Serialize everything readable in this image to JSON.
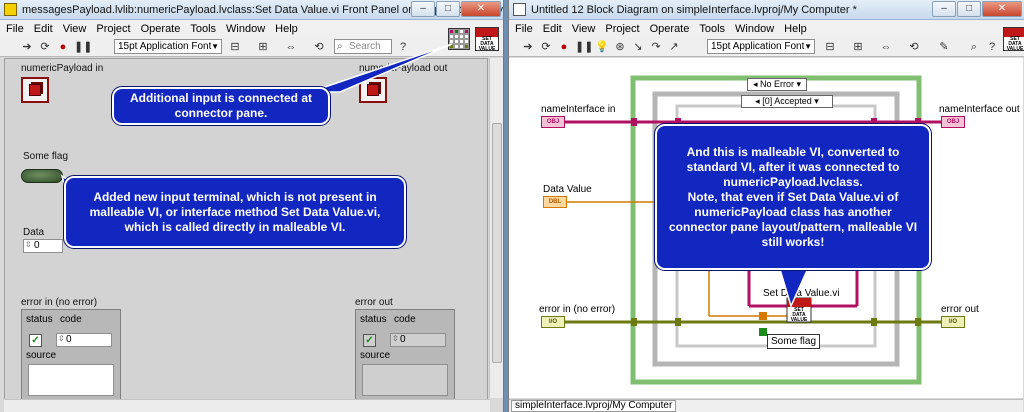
{
  "left_window": {
    "title": "messagesPayload.lvlib:numericPayload.lvclass:Set Data Value.vi Front Panel on simpleInterface.lvpr...",
    "menu": [
      "File",
      "Edit",
      "View",
      "Project",
      "Operate",
      "Tools",
      "Window",
      "Help"
    ],
    "font_selector": "15pt Application Font",
    "search_placeholder": "Search",
    "labels": {
      "numeric_payload_in": "numericPayload in",
      "numeric_payload_out": "numericPayload out",
      "some_flag": "Some flag",
      "data": "Data",
      "data_value": "0",
      "error_in": "error in (no error)",
      "error_out": "error out"
    },
    "error_cluster": {
      "status": "status",
      "code": "code",
      "code_value": "0",
      "source": "source",
      "check": "✓"
    },
    "callouts": {
      "connector": "Additional input is connected at\nconnector pane.",
      "terminal": "Added new input terminal, which is not present in\nmalleable VI, or interface method Set Data Value.vi,\nwhich is called directly in malleable VI."
    },
    "vi_icon_text": "SET DATA VALUE"
  },
  "right_window": {
    "title": "Untitled 12 Block Diagram on simpleInterface.lvproj/My Computer *",
    "menu": [
      "File",
      "Edit",
      "View",
      "Project",
      "Operate",
      "Tools",
      "Window",
      "Help"
    ],
    "font_selector": "15pt Application Font",
    "labels": {
      "name_interface_in": "nameInterface in",
      "name_interface_out": "nameInterface out",
      "data_value": "Data Value",
      "error_in": "error in (no error)",
      "error_out": "error out",
      "set_data_value": "Set Data Value.vi",
      "some_flag": "Some flag"
    },
    "case_selectors": {
      "outer": "No Error",
      "inner": "[0] Accepted"
    },
    "terminals": {
      "obj": "OBJ",
      "dbl": "DBL",
      "err": "I/O"
    },
    "callout": "And this is malleable VI, converted to\nstandard VI, after it was connected to\nnumericPayload.lvclass.\nNote, that even if Set Data Value.vi of\nnumericPayload class has another\nconnector pane layout/pattern, malleable VI\nstill works!",
    "status_bar": "simpleInterface.lvproj/My Computer",
    "vi_icon_text": "SET DATA VALUE"
  },
  "colors": {
    "callout_bg": "#1226c0",
    "class_wire": "#b01060",
    "error_wire": "#6c7a10",
    "dbl_wire": "#d47800",
    "structure_green": "#7fbf6f"
  }
}
